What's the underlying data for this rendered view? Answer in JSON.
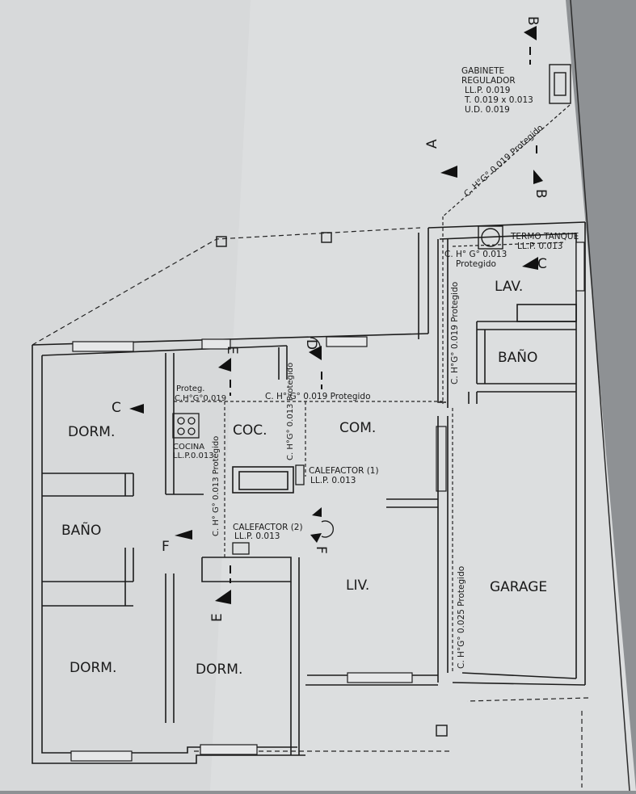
{
  "rooms": {
    "dorm_top": "DORM.",
    "bano_left": "BAÑO",
    "dorm_bottom_left": "DORM.",
    "dorm_bottom_center": "DORM.",
    "coc": "COC.",
    "com": "COM.",
    "liv": "LIV.",
    "lav": "LAV.",
    "bano_right": "BAÑO",
    "garage": "GARAGE"
  },
  "notes": {
    "gabinete": [
      "GABINETE",
      "REGULADOR",
      "LL.P. 0.019",
      "T. 0.019 x 0.013",
      "U.D. 0.019"
    ],
    "termo": [
      "TERMO TANQUE",
      "LL.P. 0.013"
    ],
    "cocina": [
      "COCINA",
      "LL.P.0.013"
    ],
    "calefactor1": [
      "CALEFACTOR (1)",
      "LL.P. 0.013"
    ],
    "calefactor2": [
      "CALEFACTOR (2)",
      "LL.P. 0.013"
    ],
    "proteg": [
      "Proteg.",
      "C.H°G°0.019"
    ]
  },
  "pipes": {
    "main_diag": "C. H°G° 0.019 Protegido",
    "horizontal": "C. H° G° 0.019 Protegido",
    "top_right": [
      "C. H° G° 0.013",
      "Protegido"
    ],
    "vertical_right": "C. H°G° 0.019 Protegido",
    "vertical_kitchen": "C. H° G° 0.013 Protegido",
    "vertical_center": "C. H°G° 0.013 Protegido",
    "vertical_garage": "C. H°G° 0.025 Protegido"
  },
  "section_marks": {
    "a": "A",
    "b_top": "B",
    "b_mid": "B",
    "c_left": "C",
    "c_right": "C",
    "d": "D",
    "e_top": "E",
    "e_bottom": "E",
    "f_left": "F",
    "f_right": "F"
  }
}
